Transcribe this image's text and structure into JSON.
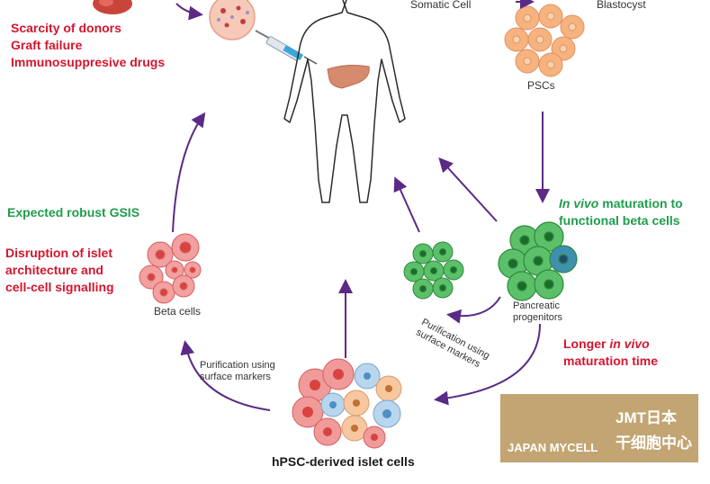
{
  "labels": {
    "somatic_cell": "Somatic Cell",
    "blastocyst": "Blastocyst",
    "pscs": "PSCs",
    "beta_cells": "Beta cells",
    "pancreatic_progenitors_1": "Pancreatic",
    "pancreatic_progenitors_2": "progenitors",
    "hpsc_islet": "hPSC-derived islet cells",
    "purification_left_1": "Purification using",
    "purification_left_2": "surface markers",
    "purification_right_1": "Purification using",
    "purification_right_2": "surface markers"
  },
  "problems": {
    "line1": "Scarcity of donors",
    "line2": "Graft failure",
    "line3": "Immunosuppresive drugs"
  },
  "gsis": "Expected robust GSIS",
  "disruption": {
    "line1": "Disruption of islet",
    "line2": "architecture and",
    "line3": "cell-cell signalling"
  },
  "invivo": {
    "italic": "In vivo",
    "rest": " maturation to",
    "line2": "functional beta cells"
  },
  "longer": {
    "prefix": "Longer ",
    "italic": "in vivo",
    "line2": "maturation time"
  },
  "logo": {
    "company": "JAPAN MYCELL",
    "cn_line1": "JMT日本",
    "cn_line2": "干细胞中心"
  },
  "colors": {
    "arrow": "#5b2a86",
    "red_text": "#d3162d",
    "green_text": "#1f9d4b",
    "logo_bg": "#c2a572"
  }
}
